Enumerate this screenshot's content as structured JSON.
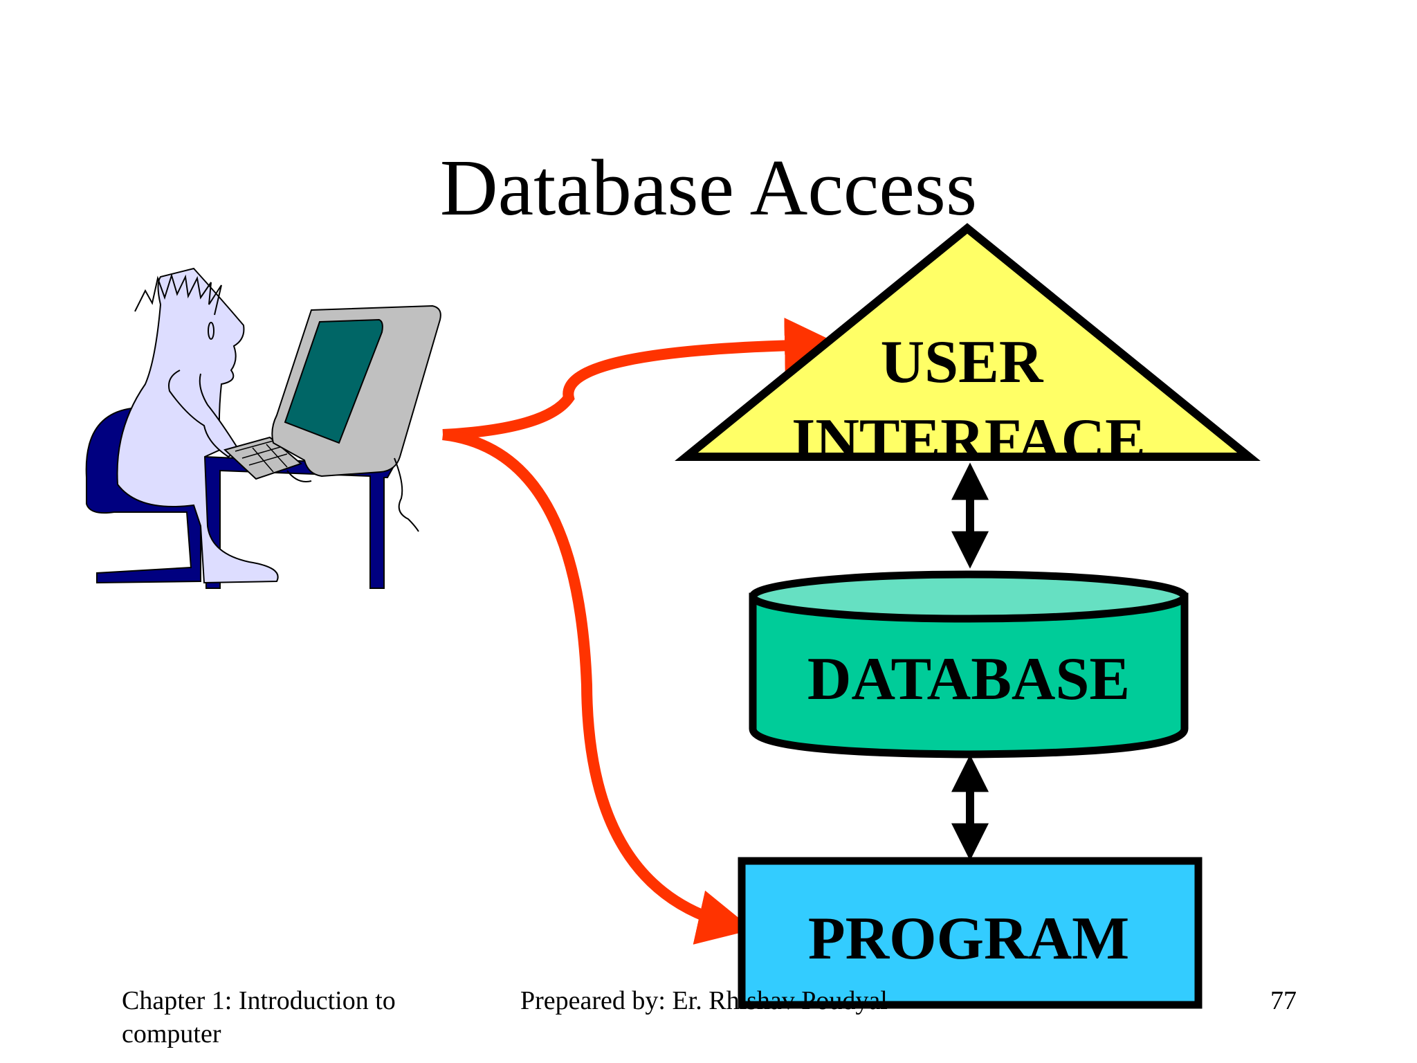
{
  "slide": {
    "title": "Database Access",
    "footer": {
      "left": "Chapter 1: Introduction to computer",
      "center": "Prepeared by: Er. Rhishav Poudyal",
      "page_number": "77"
    }
  },
  "diagram": {
    "nodes": {
      "user_interface": {
        "line1": "USER",
        "line2": "INTERFACE"
      },
      "database": {
        "label": "DATABASE"
      },
      "program": {
        "label": "PROGRAM"
      }
    },
    "colors": {
      "user_interface_fill": "#ffff66",
      "database_fill": "#00cc99",
      "database_top": "#66e0c2",
      "program_fill": "#33ccff",
      "arrow_red": "#ff3300",
      "arrow_black": "#000000",
      "person_skin": "#ddddff",
      "furniture": "#000080",
      "monitor_body": "#c0c0c0",
      "monitor_screen": "#006666"
    },
    "icons": [
      "person-at-computer-icon"
    ]
  }
}
